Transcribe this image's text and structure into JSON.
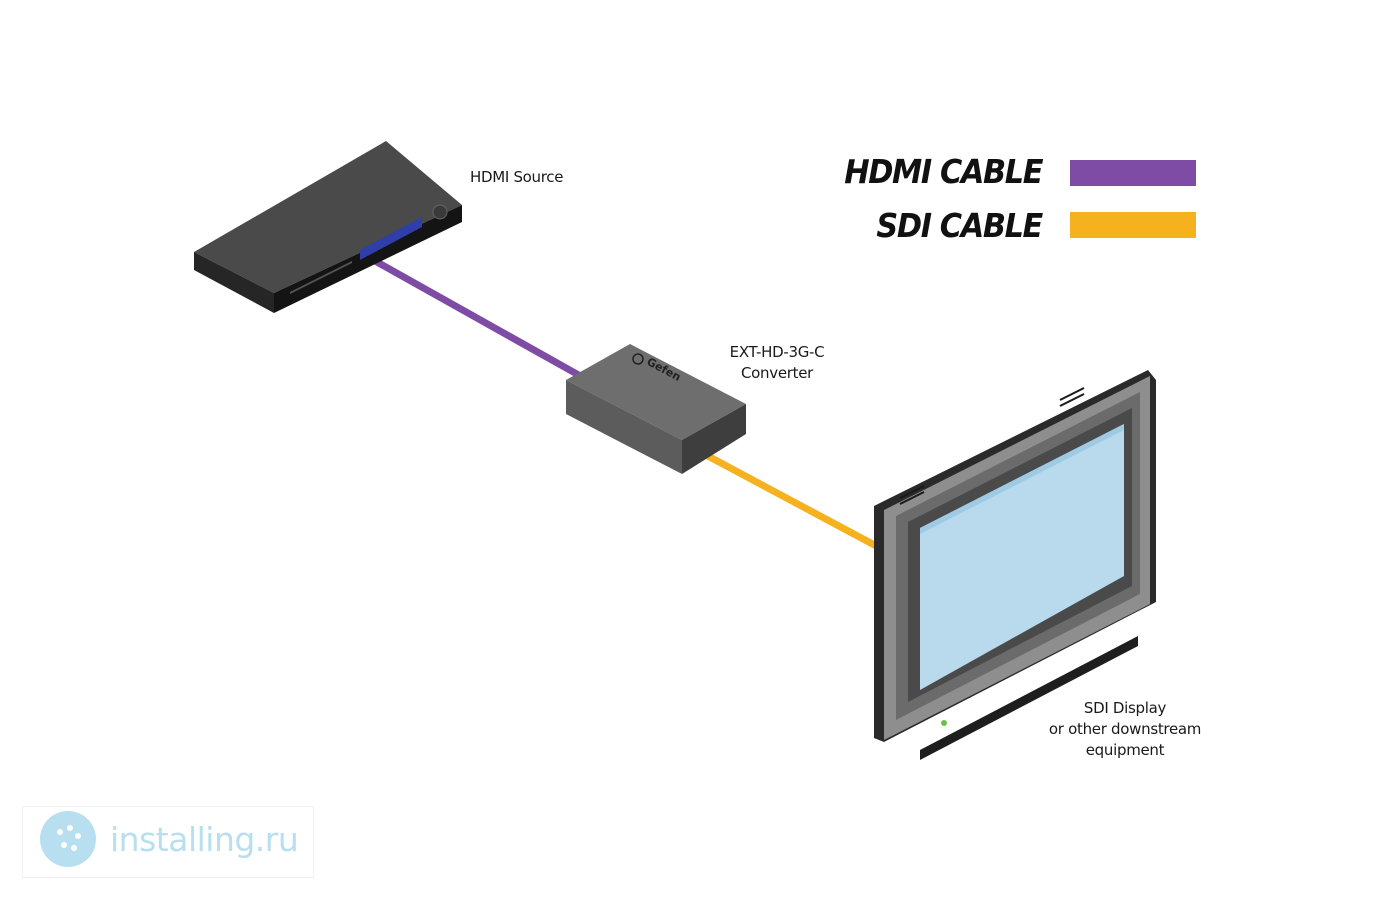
{
  "labels": {
    "hdmi_source": "HDMI Source",
    "converter_line1": "EXT-HD-3G-C",
    "converter_line2": "Converter",
    "display_line1": "SDI Display",
    "display_line2": "or other downstream",
    "display_line3": "equipment"
  },
  "legend": [
    {
      "label": "HDMI CABLE",
      "color": "#7e4ca4"
    },
    {
      "label": "SDI CABLE",
      "color": "#f5b21e"
    }
  ],
  "converter_brand": "Gefen",
  "watermark": {
    "text": "installing.ru",
    "color": "#b8dff0"
  },
  "colors": {
    "hdmi_cable": "#7e4ca4",
    "sdi_cable": "#f5b21e",
    "screen": "#b9d9ec"
  }
}
